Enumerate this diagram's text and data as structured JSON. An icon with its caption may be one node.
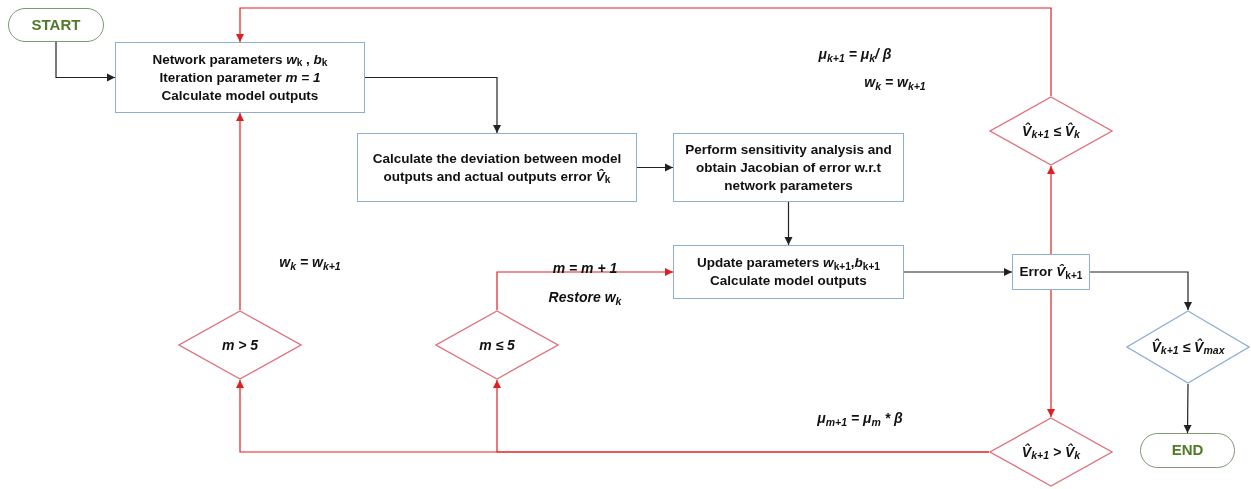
{
  "diagram": {
    "nodes": [
      {
        "text": [
          "START"
        ]
      },
      {
        "text": [
          "Network parameters *w*$_{k}$ , *b*$_{k}$",
          "Iteration parameter *m = 1*",
          "Calculate model outputs"
        ]
      },
      {
        "text": [
          "Calculate the deviation between model outputs and actual outputs error *V̂*$_{k}$"
        ]
      },
      {
        "text": [
          "Perform sensitivity analysis and obtain Jacobian of error w.r.t network parameters"
        ]
      },
      {
        "text": [
          "Update parameters *w*$_{k+1}$,*b*$_{k+1}$",
          "Calculate model outputs"
        ]
      },
      {
        "text": [
          "Error *V̂*$_{k+1}$"
        ]
      },
      {
        "text": [
          "V̂$_{k+1}$ ≤ V̂$_{k}$"
        ]
      },
      {
        "text": [
          "V̂$_{k+1}$ > V̂$_{k}$"
        ]
      },
      {
        "text": [
          "m > 5"
        ]
      },
      {
        "text": [
          "m ≤ 5"
        ]
      },
      {
        "text": [
          "V̂$_{k+1}$ ≤ V̂$_{max}$"
        ]
      },
      {
        "text": [
          "END"
        ]
      }
    ],
    "edges": [
      {
        "from": 0,
        "to": 1,
        "arrow": "to"
      },
      {
        "from": 1,
        "to": 2,
        "arrow": "to"
      },
      {
        "from": 2,
        "to": 3,
        "arrow": "to"
      },
      {
        "from": 3,
        "to": 4,
        "arrow": "to"
      },
      {
        "from": 4,
        "to": 5,
        "arrow": "to"
      },
      {
        "from": 5,
        "to": 10,
        "arrow": "to"
      },
      {
        "from": 10,
        "to": 11,
        "arrow": "to"
      },
      {
        "from": 5,
        "to": 7,
        "arrow": "to",
        "color": "#e02020"
      },
      {
        "from": 5,
        "to": 6,
        "arrow": "to",
        "color": "#e02020"
      },
      {
        "from": 6,
        "to": 1,
        "arrow": "to",
        "color": "#e02020"
      },
      {
        "from": 7,
        "to": 8,
        "arrow": "to",
        "color": "#e02020"
      },
      {
        "from": 7,
        "to": 9,
        "arrow": "to",
        "color": "#e02020"
      },
      {
        "from": 8,
        "to": 1,
        "arrow": "to",
        "color": "#e02020"
      },
      {
        "from": 9,
        "to": 4,
        "arrow": "to",
        "color": "#e02020"
      }
    ],
    "labels": [
      "μ$_{k+1}$ = μ$_{k}$/ β",
      "w$_{k}$ = w$_{k+1}$",
      "w$_{k}$ = w$_{k+1}$",
      "m = m + 1",
      "Restore w$_{k}$",
      "μ$_{m+1}$ = μ$_{m}$ * β"
    ]
  }
}
